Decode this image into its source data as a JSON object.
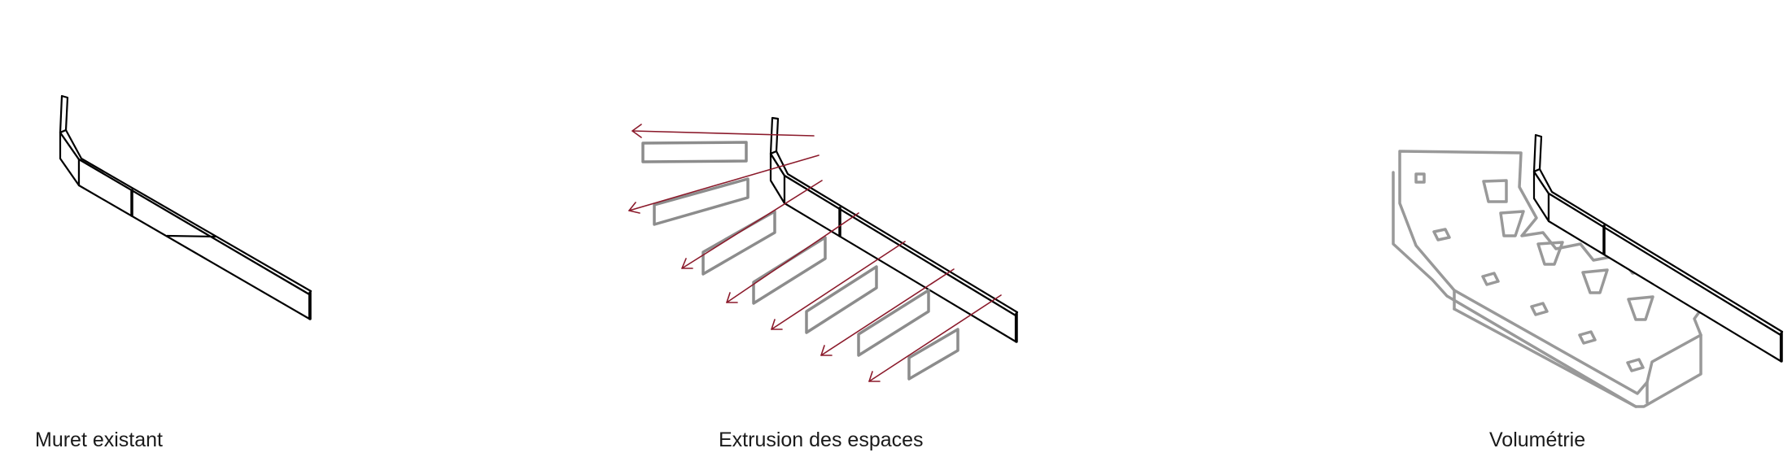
{
  "panels": [
    {
      "caption": "Muret existant"
    },
    {
      "caption": "Extrusion des espaces"
    },
    {
      "caption": "Volumétrie"
    }
  ],
  "colors": {
    "wall": "#000000",
    "extruded_volumes": "#8c8c8c",
    "extrusion_arrows": "#8b1a2b",
    "caption_text": "#1a1a1a",
    "background": "#ffffff"
  }
}
